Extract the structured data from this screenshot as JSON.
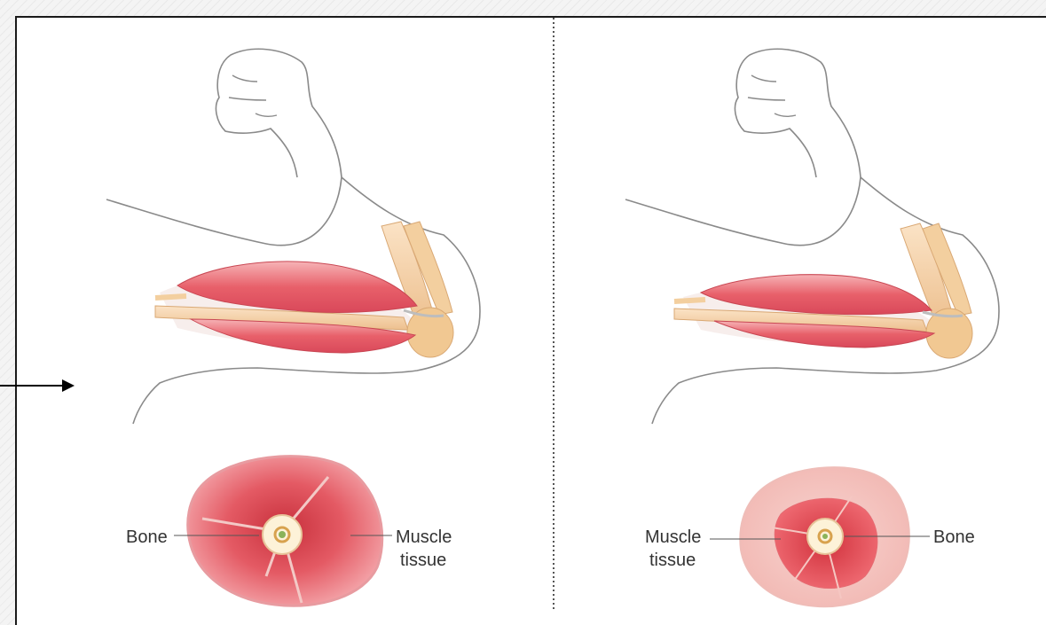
{
  "left_panel": {
    "bone_label": "Bone",
    "muscle_label_line1": "Muscle",
    "muscle_label_line2": "tissue"
  },
  "right_panel": {
    "bone_label": "Bone",
    "muscle_label_line1": "Muscle",
    "muscle_label_line2": "tissue"
  },
  "colors": {
    "muscle_healthy": "#e8606a",
    "muscle_atrophied": "#e84a55",
    "cross_section_outer_healthy": "#f08088",
    "cross_section_outer_atrophied": "#f6c8c4",
    "bone": "#f2c79a",
    "marrow": "#f6e7b8",
    "outline": "#3a3a3a",
    "arrow": "#000000"
  }
}
